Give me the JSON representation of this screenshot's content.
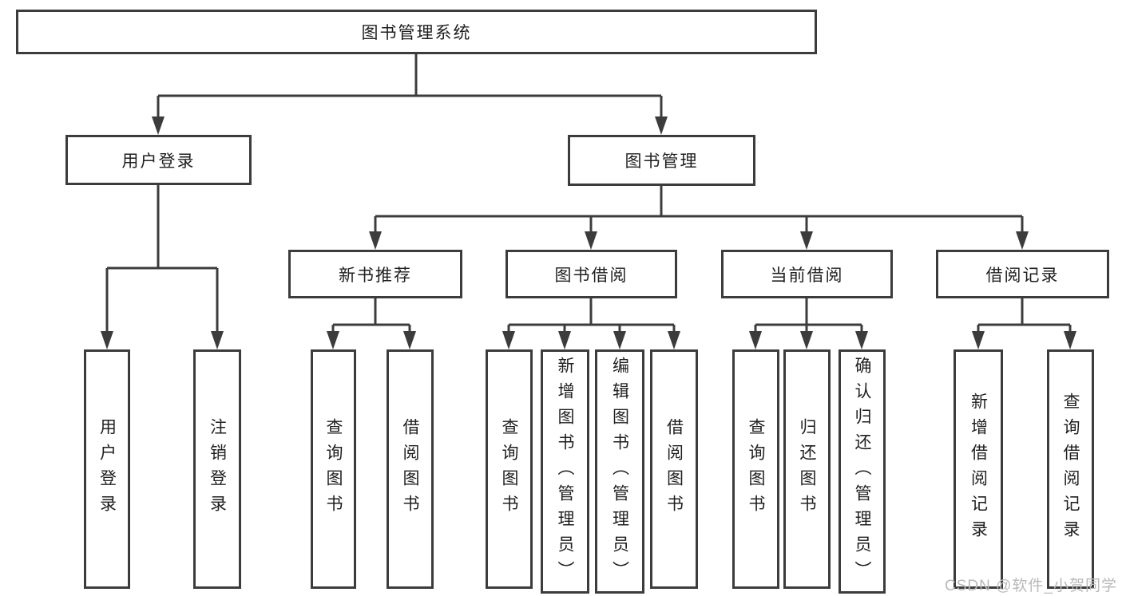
{
  "diagram": {
    "watermark": "CSDN @软件_小贺同学",
    "colors": {
      "line": "#3c3c3c",
      "box_border": "#3c3c3c",
      "text": "#1f1f1f",
      "watermark": "#b9b9b9"
    },
    "nodes": {
      "root": {
        "label": "图书管理系统"
      },
      "login": {
        "label": "用户登录"
      },
      "mgmt": {
        "label": "图书管理"
      },
      "rec": {
        "label": "新书推荐"
      },
      "borrow": {
        "label": "图书借阅"
      },
      "current": {
        "label": "当前借阅"
      },
      "record": {
        "label": "借阅记录"
      },
      "leaf_user_login": {
        "label": "用户登录"
      },
      "leaf_logout": {
        "label": "注销登录"
      },
      "leaf_query_book_rec": {
        "label": "查询图书"
      },
      "leaf_borrow_book_rec": {
        "label": "借阅图书"
      },
      "leaf_query_book_borrow": {
        "label": "查询图书"
      },
      "leaf_add_book_admin": {
        "label": "新增图书（管理员）"
      },
      "leaf_edit_book_admin": {
        "label": "编辑图书（管理员）"
      },
      "leaf_borrow_book_borrow": {
        "label": "借阅图书"
      },
      "leaf_query_book_current": {
        "label": "查询图书"
      },
      "leaf_return_book": {
        "label": "归还图书"
      },
      "leaf_confirm_return_admin": {
        "label": "确认归还（管理员）"
      },
      "leaf_add_borrow_record": {
        "label": "新增借阅记录"
      },
      "leaf_query_borrow_record": {
        "label": "查询借阅记录"
      }
    }
  }
}
